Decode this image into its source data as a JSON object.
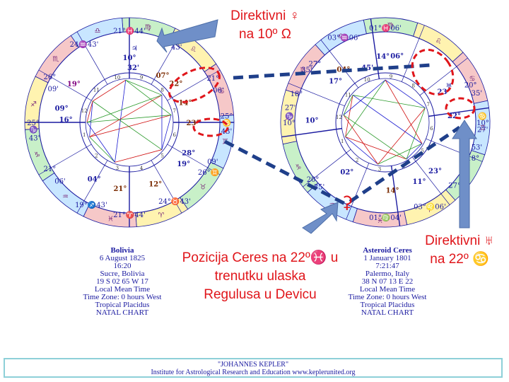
{
  "charts": [
    {
      "title": "Bolivia",
      "date": "6 August 1825",
      "time": "16:20",
      "place": "Sucre, Bolivia",
      "coords": "19 S 02     65 W 17",
      "time_type": "Local Mean Time",
      "zone": "Time Zone: 0 hours West",
      "system": "Tropical Placidus",
      "chart_type": "NATAL CHART",
      "rim": [
        {
          "text": "21°♓44'",
          "angle": 90,
          "r": 130
        },
        {
          "text": "24♒43'",
          "angle": 120,
          "r": 128
        },
        {
          "text": "26°",
          "angle": 150,
          "r": 130
        },
        {
          "text": "09'",
          "angle": 156,
          "r": 118
        },
        {
          "text": "25°",
          "angle": 180,
          "r": 136
        },
        {
          "text": "♑",
          "angle": 184,
          "r": 136
        },
        {
          "text": "43'",
          "angle": 189,
          "r": 136
        },
        {
          "text": "21°",
          "angle": 210,
          "r": 130
        },
        {
          "text": "06'",
          "angle": 220,
          "r": 128
        },
        {
          "text": "19°♐43'",
          "angle": 245,
          "r": 128
        },
        {
          "text": "21°♈44'",
          "angle": 270,
          "r": 130
        },
        {
          "text": "24°♉43'",
          "angle": 300,
          "r": 128
        },
        {
          "text": "26°♊",
          "angle": 328,
          "r": 132
        },
        {
          "text": "09'",
          "angle": 335,
          "r": 130
        },
        {
          "text": "25°",
          "angle": 4,
          "r": 138
        },
        {
          "text": "♋",
          "angle": 0,
          "r": 138
        },
        {
          "text": "43'",
          "angle": 355,
          "r": 138
        },
        {
          "text": "21°",
          "angle": 28,
          "r": 134
        },
        {
          "text": "06'",
          "angle": 20,
          "r": 134
        },
        {
          "text": "43'",
          "angle": 58,
          "r": 126
        }
      ],
      "planets": [
        {
          "text": "♃",
          "angle": 86,
          "r": 106,
          "color": "#1a1aa0"
        },
        {
          "text": "10°",
          "angle": 90,
          "r": 92,
          "color": "#1a1aa0"
        },
        {
          "text": "32'",
          "angle": 86,
          "r": 78,
          "color": "#1a1aa0"
        },
        {
          "text": "07°",
          "angle": 55,
          "r": 82,
          "color": "#7a2a00"
        },
        {
          "text": "22°",
          "angle": 40,
          "r": 86,
          "color": "#7a2a00"
        },
        {
          "text": "14°",
          "angle": 20,
          "r": 84,
          "color": "#7a2a00"
        },
        {
          "text": "23°",
          "angle": 0,
          "r": 90,
          "color": "#7a2a00"
        },
        {
          "text": "28°",
          "angle": 333,
          "r": 94,
          "color": "#1a1aa0"
        },
        {
          "text": "19°",
          "angle": 323,
          "r": 96,
          "color": "#1a1aa0"
        },
        {
          "text": "12°",
          "angle": 293,
          "r": 94,
          "color": "#7a2a00"
        },
        {
          "text": "21°",
          "angle": 262,
          "r": 94,
          "color": "#7a2a00"
        },
        {
          "text": "04°",
          "angle": 238,
          "r": 94,
          "color": "#1a1aa0"
        },
        {
          "text": "19°",
          "angle": 145,
          "r": 96,
          "color": "#800080"
        },
        {
          "text": "09°",
          "angle": 168,
          "r": 98,
          "color": "#1a1aa0"
        },
        {
          "text": "16°",
          "angle": 177,
          "r": 90,
          "color": "#1a1aa0"
        }
      ]
    },
    {
      "title": "Asteroid Ceres",
      "date": "1 January 1801",
      "time": "7:21:47",
      "place": "Palermo, Italy",
      "coords": "38 N 07     13 E 22",
      "time_type": "Local Mean Time",
      "zone": "Time Zone: 0 hours West",
      "system": "Tropical Placidus",
      "chart_type": "NATAL CHART",
      "rim": [
        {
          "text": "01°♓06'",
          "angle": 90,
          "r": 134
        },
        {
          "text": "03°♒06'",
          "angle": 116,
          "r": 134
        },
        {
          "text": "27°",
          "angle": 140,
          "r": 130
        },
        {
          "text": "35'",
          "angle": 146,
          "r": 134
        },
        {
          "text": "18°",
          "angle": 162,
          "r": 132
        },
        {
          "text": "10°",
          "angle": 180,
          "r": 136
        },
        {
          "text": "♑",
          "angle": 176,
          "r": 136
        },
        {
          "text": "27'",
          "angle": 171,
          "r": 136
        },
        {
          "text": "20°",
          "angle": 218,
          "r": 130
        },
        {
          "text": "35'",
          "angle": 224,
          "r": 130
        },
        {
          "text": "01°♍04'",
          "angle": 270,
          "r": 134
        },
        {
          "text": "03°♌06'",
          "angle": 298,
          "r": 134
        },
        {
          "text": "27°",
          "angle": 318,
          "r": 132
        },
        {
          "text": "53'",
          "angle": 345,
          "r": 134
        },
        {
          "text": "18°",
          "angle": 338,
          "r": 134
        },
        {
          "text": "10°",
          "angle": 0,
          "r": 138
        },
        {
          "text": "♋",
          "angle": 4,
          "r": 138
        },
        {
          "text": "27'",
          "angle": 356,
          "r": 138
        },
        {
          "text": "20°",
          "angle": 24,
          "r": 132
        },
        {
          "text": "35'",
          "angle": 18,
          "r": 136
        }
      ],
      "planets": [
        {
          "text": "♅",
          "angle": 30,
          "r": 104,
          "color": "#1a1aa0"
        },
        {
          "text": "23°",
          "angle": 28,
          "r": 94,
          "color": "#1a1aa0"
        },
        {
          "text": "22°",
          "angle": 6,
          "r": 98,
          "color": "#1a1aa0"
        },
        {
          "text": "14°",
          "angle": 92,
          "r": 94,
          "color": "#1a1aa0"
        },
        {
          "text": "06°",
          "angle": 80,
          "r": 96,
          "color": "#1a1aa0"
        },
        {
          "text": "17°",
          "angle": 140,
          "r": 92,
          "color": "#1a1aa0"
        },
        {
          "text": "04°",
          "angle": 128,
          "r": 96,
          "color": "#7a2a00"
        },
        {
          "text": "10°",
          "angle": 178,
          "r": 104,
          "color": "#1a1aa0"
        },
        {
          "text": "02°",
          "angle": 232,
          "r": 88,
          "color": "#1a1aa0"
        },
        {
          "text": "14°",
          "angle": 276,
          "r": 96,
          "color": "#7a2a00"
        },
        {
          "text": "11°",
          "angle": 300,
          "r": 96,
          "color": "#1a1aa0"
        },
        {
          "text": "23°",
          "angle": 316,
          "r": 98,
          "color": "#1a1aa0"
        },
        {
          "text": "45'",
          "angle": 108,
          "r": 82,
          "color": "#1a1aa0"
        }
      ]
    }
  ],
  "callouts": {
    "venus_l1": "Direktivni ♀",
    "venus_l2": "na 10º Ω",
    "ceres_l1": "Pozicija Ceres na 22º♓ u",
    "ceres_l2": "trenutku ulaska",
    "ceres_l3": "Regulusa u Devicu",
    "uranus_l1": "Direktivni ♅",
    "uranus_l2": "na 22º ♋"
  },
  "footer": {
    "line1": "\"JOHANNES KEPLER\"",
    "line2": "Institute for Astrological   Research and Education   www.keplerunited.org"
  },
  "colors": {
    "ring_blue": "#1a1aa0",
    "aspect_red": "#d01010",
    "aspect_green": "#2a9a2a",
    "aspect_blue": "#1a1ad0",
    "callout_red": "#e0161b",
    "arrow_blue": "#6f8fc8",
    "footer_border": "#8ed0d8"
  }
}
